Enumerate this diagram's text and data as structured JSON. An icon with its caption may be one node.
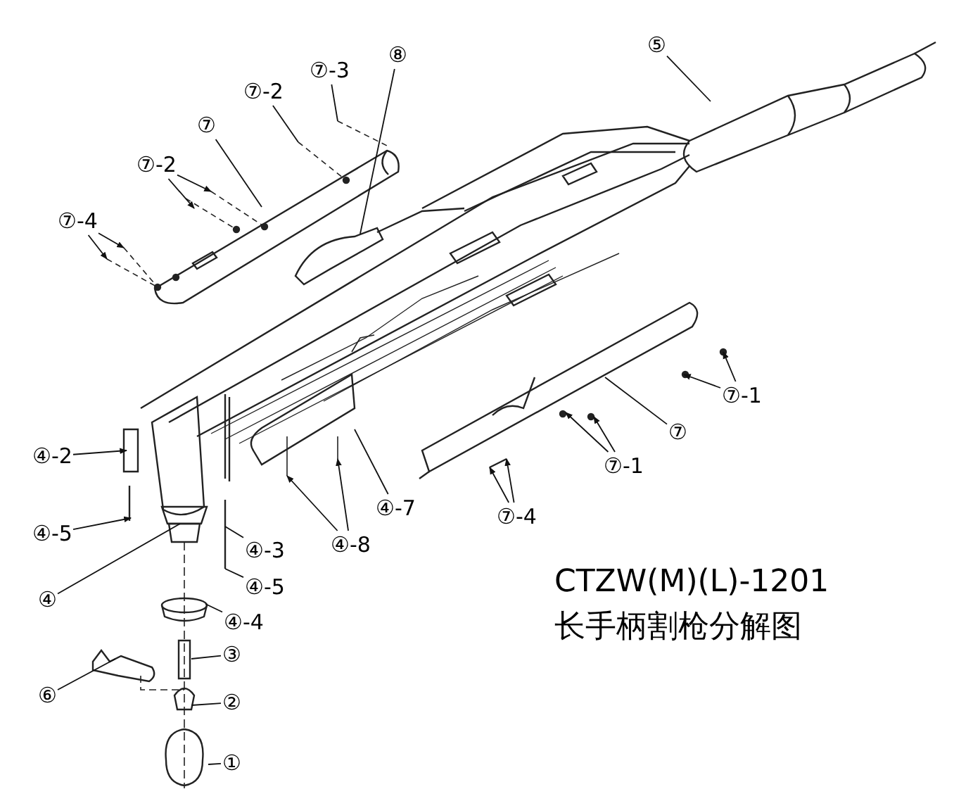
{
  "diagram": {
    "nodes": [
      {
        "text": [
          "⑦-4"
        ]
      },
      {
        "text": [
          "⑦-2"
        ]
      },
      {
        "text": [
          "⑦"
        ]
      },
      {
        "text": [
          "⑦-2"
        ]
      },
      {
        "text": [
          "⑦-3"
        ]
      },
      {
        "text": [
          "⑧"
        ]
      },
      {
        "text": [
          "⑤"
        ]
      },
      {
        "text": [
          "⑦-1"
        ]
      },
      {
        "text": [
          "⑦"
        ]
      },
      {
        "text": [
          "⑦-1"
        ]
      },
      {
        "text": [
          "⑦-4"
        ]
      },
      {
        "text": [
          "④-2"
        ]
      },
      {
        "text": [
          "④-7"
        ]
      },
      {
        "text": [
          "④-8"
        ]
      },
      {
        "text": [
          "④-5"
        ]
      },
      {
        "text": [
          "④-3"
        ]
      },
      {
        "text": [
          "④"
        ]
      },
      {
        "text": [
          "④-5"
        ]
      },
      {
        "text": [
          "④-4"
        ]
      },
      {
        "text": [
          "③"
        ]
      },
      {
        "text": [
          "⑥"
        ]
      },
      {
        "text": [
          "②"
        ]
      },
      {
        "text": [
          "①"
        ]
      }
    ],
    "edges": [
      {
        "from": 0,
        "to": null,
        "arrow": "to"
      },
      {
        "from": 0,
        "to": null,
        "arrow": "to"
      },
      {
        "from": 1,
        "to": null,
        "arrow": "to"
      },
      {
        "from": 1,
        "to": null,
        "arrow": "to"
      },
      {
        "from": 2,
        "to": null,
        "arrow": "none"
      },
      {
        "from": 3,
        "to": null,
        "arrow": "none"
      },
      {
        "from": 4,
        "to": null,
        "arrow": "none"
      },
      {
        "from": 5,
        "to": null,
        "arrow": "none"
      },
      {
        "from": 6,
        "to": null,
        "arrow": "none"
      },
      {
        "from": 7,
        "to": null,
        "arrow": "to"
      },
      {
        "from": 7,
        "to": null,
        "arrow": "to"
      },
      {
        "from": 8,
        "to": null,
        "arrow": "none"
      },
      {
        "from": 9,
        "to": null,
        "arrow": "to"
      },
      {
        "from": 9,
        "to": null,
        "arrow": "to"
      },
      {
        "from": 10,
        "to": null,
        "arrow": "to"
      },
      {
        "from": 10,
        "to": null,
        "arrow": "to"
      },
      {
        "from": 11,
        "to": null,
        "arrow": "to"
      },
      {
        "from": 12,
        "to": null,
        "arrow": "none"
      },
      {
        "from": 13,
        "to": null,
        "arrow": "to"
      },
      {
        "from": 13,
        "to": null,
        "arrow": "to"
      },
      {
        "from": 14,
        "to": null,
        "arrow": "to"
      },
      {
        "from": 15,
        "to": null,
        "arrow": "none"
      },
      {
        "from": 16,
        "to": null,
        "arrow": "none"
      },
      {
        "from": 17,
        "to": null,
        "arrow": "none"
      },
      {
        "from": 18,
        "to": null,
        "arrow": "none"
      },
      {
        "from": 19,
        "to": null,
        "arrow": "none"
      },
      {
        "from": 20,
        "to": null,
        "arrow": "none"
      },
      {
        "from": 21,
        "to": null,
        "arrow": "none"
      },
      {
        "from": 22,
        "to": null,
        "arrow": "none"
      }
    ],
    "labels": [
      "CTZW(M)(L)-1201",
      "长手柄割枪分解图"
    ]
  }
}
